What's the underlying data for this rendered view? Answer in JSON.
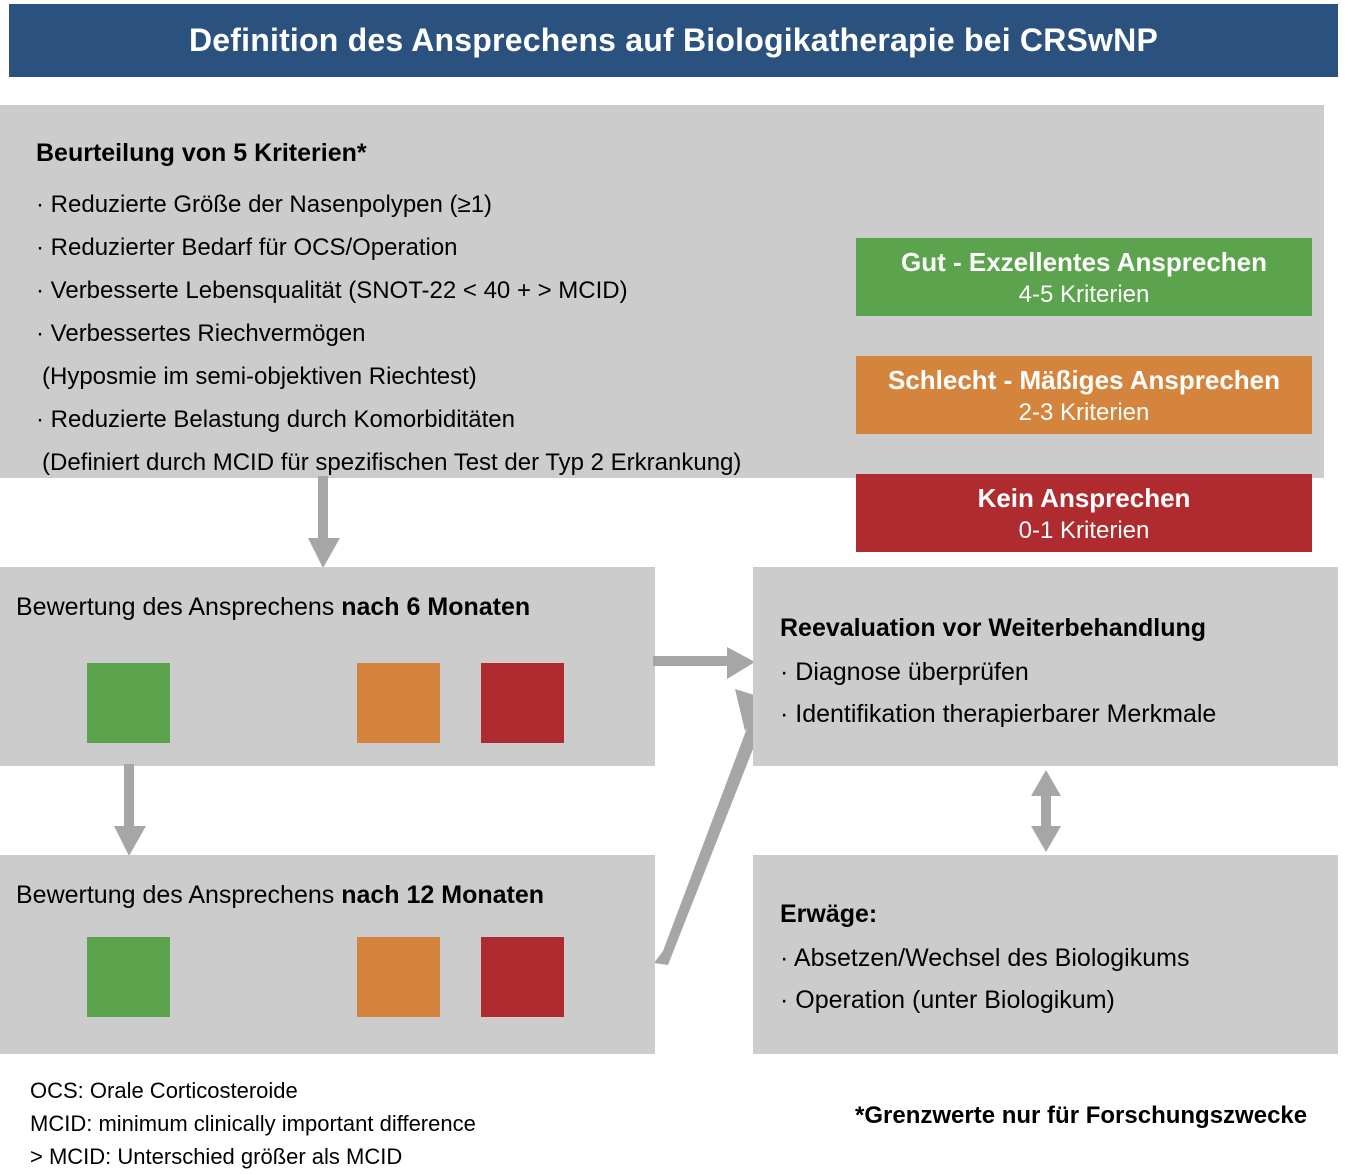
{
  "header": {
    "title": "Definition des Ansprechens auf Biologikatherapie bei CRSwNP",
    "background_color": "#2B517E",
    "text_color": "#FFFFFF"
  },
  "palette": {
    "panel_gray": "#CCCCCC",
    "green": "#5BA34C",
    "orange": "#D4843C",
    "red": "#B02B2F",
    "arrow_gray": "#A6A6A6",
    "navy": "#2B517E"
  },
  "criteria": {
    "heading": "Beurteilung von 5 Kriterien*",
    "items": [
      "· Reduzierte Größe der Nasenpolypen (≥1)",
      "· Reduzierter Bedarf für OCS/Operation",
      "· Verbesserte Lebensqualität (SNOT-22 < 40 + > MCID)",
      "· Verbessertes Riechvermögen",
      "(Hyposmie im semi-objektiven Riechtest)",
      "· Reduzierte Belastung durch Komorbiditäten",
      "(Definiert durch MCID für spezifischen Test der Typ 2 Erkrankung)"
    ]
  },
  "legend": [
    {
      "id": "good",
      "title": "Gut - Exzellentes Ansprechen",
      "subtitle": "4-5 Kriterien",
      "color": "#5BA34C"
    },
    {
      "id": "poor",
      "title": "Schlecht - Mäßiges Ansprechen",
      "subtitle": "2-3 Kriterien",
      "color": "#D4843C"
    },
    {
      "id": "none",
      "title": "Kein Ansprechen",
      "subtitle": "0-1 Kriterien",
      "color": "#B02B2F"
    }
  ],
  "assessment_6m": {
    "label_regular": "Bewertung des Ansprechens ",
    "label_bold": "nach 6 Monaten",
    "swatches": [
      "#5BA34C",
      "#D4843C",
      "#B02B2F"
    ]
  },
  "assessment_12m": {
    "label_regular": "Bewertung des Ansprechens ",
    "label_bold": "nach 12 Monaten",
    "swatches": [
      "#5BA34C",
      "#D4843C",
      "#B02B2F"
    ]
  },
  "reevaluation": {
    "heading": "Reevaluation vor Weiterbehandlung",
    "items": [
      "· Diagnose überprüfen",
      "· Identifikation therapierbarer Merkmale"
    ]
  },
  "consider": {
    "heading": "Erwäge:",
    "items": [
      "· Absetzen/Wechsel des Biologikums",
      "· Operation (unter Biologikum)"
    ]
  },
  "footnotes": {
    "left": [
      "OCS: Orale Corticosteroide",
      "MCID: minimum clinically important difference",
      "> MCID: Unterschied größer als MCID"
    ],
    "right": "*Grenzwerte nur für Forschungszwecke"
  }
}
